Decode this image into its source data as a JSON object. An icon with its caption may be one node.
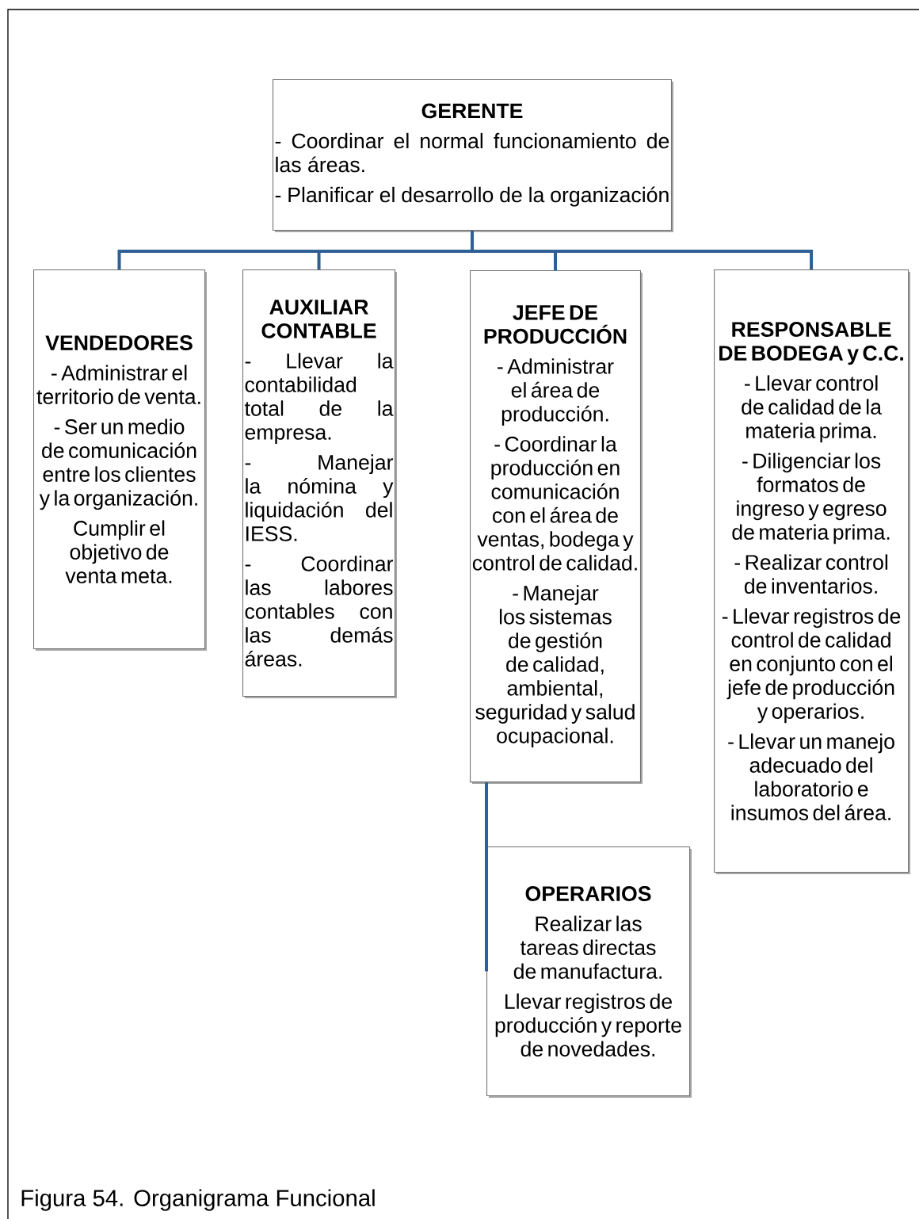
{
  "diagram": {
    "caption": "Figura 54. Organigrama Funcional",
    "nodes": [
      {
        "text": [
          "GERENTE",
          "- Coordinar el normal funcionamiento de las áreas.",
          "- Planificar el desarrollo de la organización"
        ]
      },
      {
        "text": [
          "VENDEDORES",
          "- Administrar el territorio de venta.",
          "- Ser un medio de comunicación entre los clientes y la organización.",
          "Cumplir el objetivo de venta meta."
        ]
      },
      {
        "text": [
          "AUXILIAR CONTABLE",
          "- Llevar la contabilidad total de la empresa.",
          "- Manejar la nómina y liquidación del IESS.",
          "- Coordinar las labores contables con las demás áreas."
        ]
      },
      {
        "text": [
          "JEFE DE PRODUCCIÓN",
          "- Administrar el área de producción.",
          "- Coordinar la producción en comunicación con el área de ventas, bodega y control de calidad.",
          "- Manejar los sistemas de gestión de calidad, ambiental, seguridad y salud ocupacional."
        ]
      },
      {
        "text": [
          "RESPONSABLE DE BODEGA y C.C.",
          "- Llevar control de calidad de la materia prima.",
          "- Diligenciar los formatos de ingreso y egreso de materia prima.",
          "- Realizar control de inventarios.",
          "- Llevar registros de control de calidad en conjunto con el jefe de producción y operarios.",
          "- Llevar un manejo adecuado del laboratorio e insumos del área."
        ]
      },
      {
        "text": [
          "OPERARIOS",
          "Realizar las tareas directas de manufactura.",
          "Llevar registros de producción y reporte de novedades."
        ]
      }
    ],
    "edges": [
      {
        "from": 0,
        "to": 1,
        "arrow": "none"
      },
      {
        "from": 0,
        "to": 2,
        "arrow": "none"
      },
      {
        "from": 0,
        "to": 3,
        "arrow": "none"
      },
      {
        "from": 0,
        "to": 4,
        "arrow": "none"
      },
      {
        "from": 3,
        "to": 5,
        "arrow": "none"
      }
    ]
  }
}
